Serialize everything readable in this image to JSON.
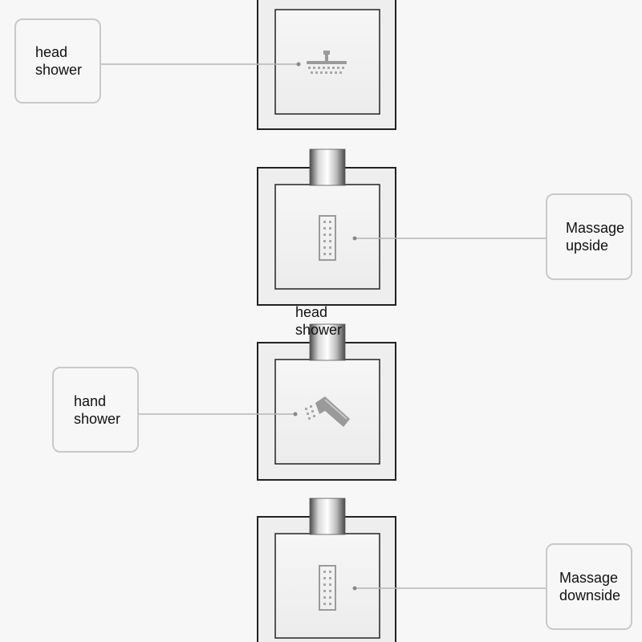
{
  "labels": {
    "head_shower": "head\nshower",
    "massage_upside": "Massage\nupside",
    "hand_shower": "hand\nshower",
    "massage_downside": "Massage\ndownside",
    "overlay_head_shower": "head\nshower"
  },
  "colors": {
    "panel_border": "#222222",
    "panel_fill": "#eeeeee",
    "inner_fill": "#f4f4f4",
    "label_border": "#c9c9c9",
    "leader_line": "#b5b5b5",
    "icon_gray": "#9a9a9a",
    "chrome_dark": "#5a5a5a",
    "chrome_light": "#e8e8e8"
  },
  "icons": [
    "head-shower-icon",
    "massage-jet-icon",
    "hand-shower-icon",
    "massage-jet-icon"
  ]
}
